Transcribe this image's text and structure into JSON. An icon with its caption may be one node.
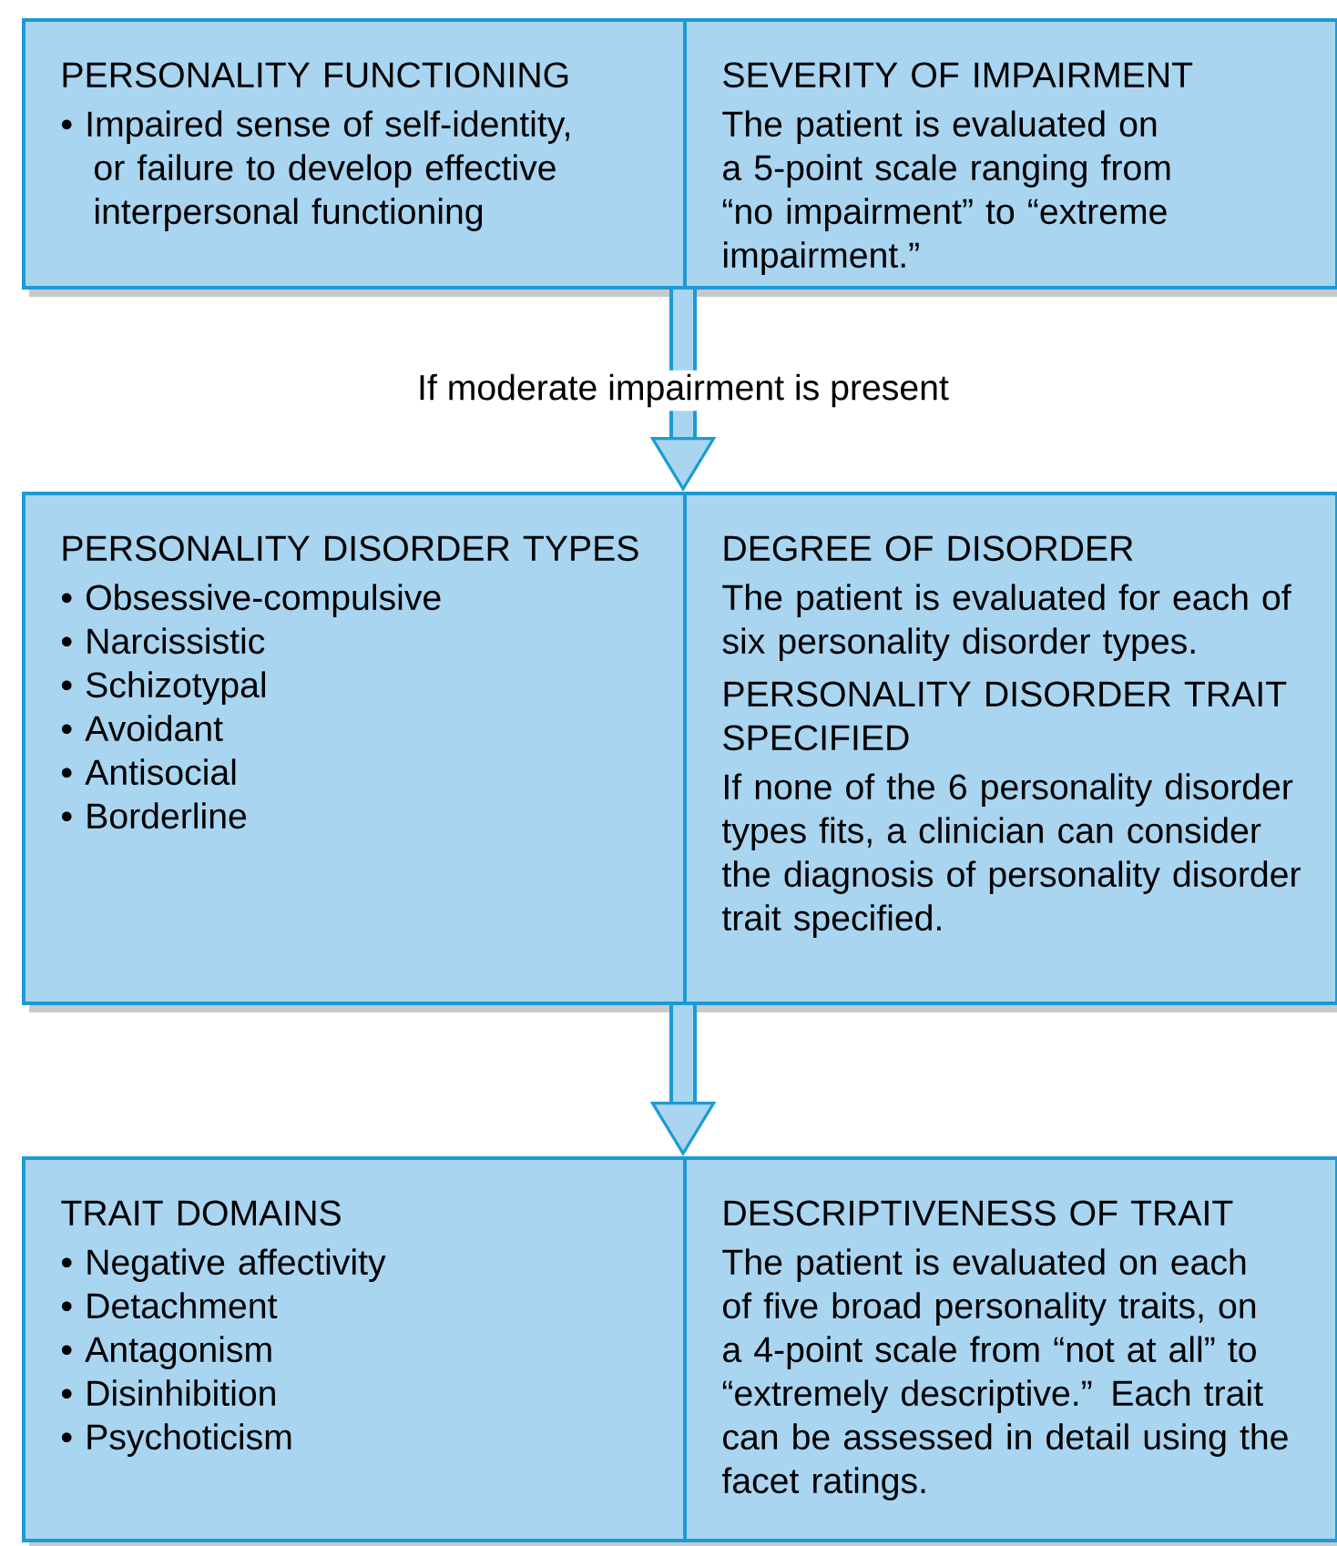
{
  "diagram": {
    "nodes": [
      {
        "text": [],
        "shape": "box"
      },
      {
        "text": [
          "PERSONALITY FUNCTIONING",
          "• Impaired sense of self-identity, or failure to develop effective interpersonal functioning"
        ],
        "in": 0
      },
      {
        "text": [
          "SEVERITY OF IMPAIRMENT",
          "The patient is evaluated on a 5-point scale ranging from “no impairment” to “extreme impairment.”"
        ],
        "in": 0
      },
      {
        "text": [],
        "shape": "box"
      },
      {
        "text": [
          "PERSONALITY DISORDER TYPES",
          "• Obsessive-compulsive",
          "• Narcissistic",
          "• Schizotypal",
          "• Avoidant",
          "• Antisocial",
          "• Borderline"
        ],
        "in": 3
      },
      {
        "text": [
          "DEGREE OF DISORDER",
          "The patient is evaluated for each of six personality disorder types.",
          "PERSONALITY DISORDER TRAIT SPECIFIED",
          "If none of the 6 personality disorder types fits, a clinician can consider the diagnosis of personality disorder trait specified."
        ],
        "in": 3
      },
      {
        "text": [],
        "shape": "box"
      },
      {
        "text": [
          "TRAIT DOMAINS",
          "• Negative affectivity",
          "• Detachment",
          "• Antagonism",
          "• Disinhibition",
          "• Psychoticism"
        ],
        "in": 6
      },
      {
        "text": [
          "DESCRIPTIVENESS OF TRAIT",
          "The patient is evaluated on each of five broad personality traits, on a 4-point scale from “not at all” to “extremely descriptive.” Each trait can be assessed in detail using the facet ratings."
        ],
        "in": 6
      }
    ],
    "edges": [
      {
        "from": 0,
        "to": 3,
        "arrow": "to",
        "label": "If moderate impairment is present"
      },
      {
        "from": 3,
        "to": 6,
        "arrow": "to"
      }
    ]
  }
}
